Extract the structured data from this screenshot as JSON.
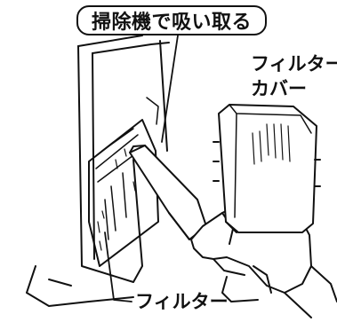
{
  "callout": {
    "text": "掃除機で吸い取る"
  },
  "labels": {
    "filter_cover_line1": "フィルター",
    "filter_cover_line2": "カバー",
    "filter": "フィルター"
  },
  "colors": {
    "ink": "#111111",
    "paper": "#ffffff"
  }
}
